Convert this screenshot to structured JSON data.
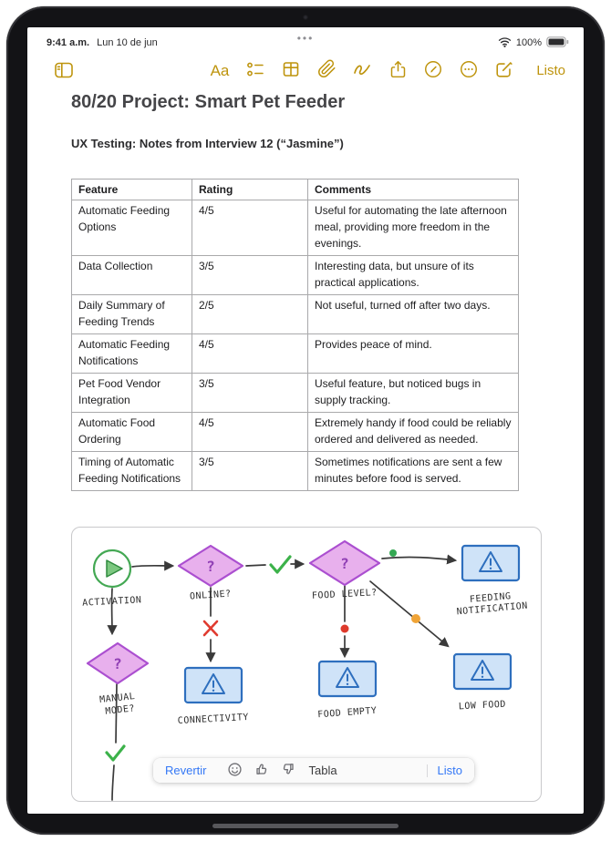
{
  "status_bar": {
    "time": "9:41 a.m.",
    "date": "Lun 10 de jun",
    "battery": "100%",
    "multitask_indicator": "•••"
  },
  "toolbar": {
    "format_label": "Aa",
    "done_label": "Listo",
    "icons": [
      "sidebar-icon",
      "text-format-icon",
      "checklist-icon",
      "table-icon",
      "attachment-icon",
      "scribble-icon",
      "share-icon",
      "pen-icon",
      "more-icon",
      "compose-icon"
    ]
  },
  "note": {
    "title": "80/20 Project: Smart Pet Feeder",
    "subtitle": "UX Testing: Notes from Interview 12 (“Jasmine”)"
  },
  "table": {
    "headers": [
      "Feature",
      "Rating",
      "Comments"
    ],
    "rows": [
      {
        "feature": "Automatic Feeding Options",
        "rating": "4/5",
        "comments": "Useful for automating the late afternoon meal, providing more freedom in the evenings."
      },
      {
        "feature": "Data Collection",
        "rating": "3/5",
        "comments": "Interesting data, but unsure of its practical applications."
      },
      {
        "feature": "Daily Summary of Feeding Trends",
        "rating": "2/5",
        "comments": "Not useful, turned off after two days."
      },
      {
        "feature": "Automatic Feeding Notifications",
        "rating": "4/5",
        "comments": "Provides peace of mind."
      },
      {
        "feature": "Pet Food Vendor Integration",
        "rating": "3/5",
        "comments": "Useful feature, but noticed bugs in supply tracking."
      },
      {
        "feature": "Automatic Food Ordering",
        "rating": "4/5",
        "comments": "Extremely handy if food could be reliably ordered and delivered as needed."
      },
      {
        "feature": "Timing of Automatic Feeding Notifications",
        "rating": "3/5",
        "comments": "Sometimes notifications are sent a few minutes before food is served."
      }
    ]
  },
  "flowchart": {
    "question_mark": "?",
    "activation_label": "ACTIVATION",
    "online_label": "ONLINE?",
    "food_level_label": "FOOD LEVEL?",
    "feeding_notification_line1": "FEEDING",
    "feeding_notification_line2": "NOTIFICATION",
    "manual_mode_line1": "MANUAL",
    "manual_mode_line2": "MODE?",
    "connectivity_label": "CONNECTIVITY",
    "food_empty_label": "FOOD EMPTY",
    "low_food_label": "LOW FOOD"
  },
  "bottom_toolbar": {
    "revert_label": "Revertir",
    "table_label": "Tabla",
    "done_label": "Listo"
  },
  "colors": {
    "accent_gold": "#BE940D",
    "link_blue": "#3478F6",
    "diamond_fill": "#E8B0ED",
    "diamond_stroke": "#AB4FD0",
    "alert_box_fill": "#CFE3F8",
    "alert_box_stroke": "#2E6FBE",
    "success_green": "#3CB24A",
    "error_red": "#DE3A2C",
    "warning_yellow": "#F0A437"
  }
}
